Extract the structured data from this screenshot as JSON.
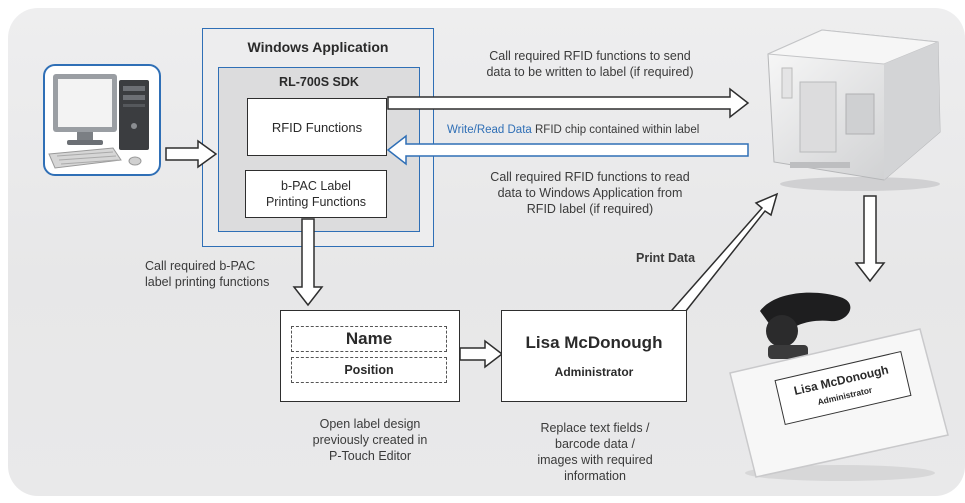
{
  "windows_app": {
    "title": "Windows Application"
  },
  "sdk": {
    "title": "RL-700S SDK"
  },
  "rfid_functions": {
    "label": "RFID Functions"
  },
  "bpac_functions": {
    "line1": "b-PAC Label",
    "line2": "Printing Functions"
  },
  "notes": {
    "send": [
      "Call required RFID functions to send",
      "data to be written to label (if required)"
    ],
    "write_read_highlight": "Write/Read Data",
    "write_read_rest": " RFID chip contained within label",
    "read": [
      "Call required RFID functions to read",
      "data to Windows Application from",
      "RFID label (if required)"
    ],
    "bpac_call": [
      "Call required b-PAC",
      "label printing functions"
    ],
    "print_data": "Print Data",
    "open_label": [
      "Open label design",
      "previously created in",
      "P-Touch Editor"
    ],
    "replace": [
      "Replace text fields /",
      "barcode data /",
      "images with required",
      "information"
    ]
  },
  "label_template": {
    "name_field": "Name",
    "position_field": "Position"
  },
  "filled_label": {
    "name": "Lisa McDonough",
    "position": "Administrator"
  },
  "id_badge": {
    "name": "Lisa McDonough",
    "position": "Administrator"
  },
  "colors": {
    "accent_blue": "#2f6fb6",
    "panel_bg": "#ebebec",
    "stroke": "#2e2e2e"
  }
}
